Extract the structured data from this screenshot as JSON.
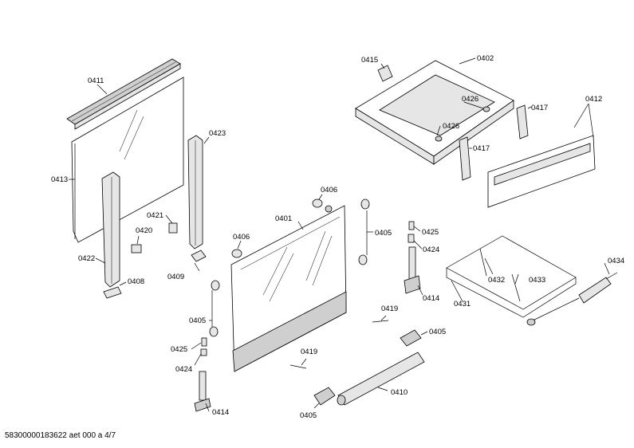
{
  "labels": {
    "l0411": "0411",
    "l0413": "0413",
    "l0422": "0422",
    "l0408": "0408",
    "l0423": "0423",
    "l0421": "0421",
    "l0420": "0420",
    "l0409": "0409",
    "l0406a": "0406",
    "l0406b": "0406",
    "l0401": "0401",
    "l0405a": "0405",
    "l0405b": "0405",
    "l0405c": "0405",
    "l0405d": "0405",
    "l0425a": "0425",
    "l0425b": "0425",
    "l0424a": "0424",
    "l0424b": "0424",
    "l0414a": "0414",
    "l0414b": "0414",
    "l0419a": "0419",
    "l0419b": "0419",
    "l0410": "0410",
    "l0415": "0415",
    "l0402": "0402",
    "l0426a": "0426",
    "l0426b": "0426",
    "l0417a": "0417",
    "l0417b": "0417",
    "l0412": "0412",
    "l0431": "0431",
    "l0432": "0432",
    "l0433": "0433",
    "l0434": "0434"
  },
  "footer": "58300000183622 aet 000 a 4/7"
}
